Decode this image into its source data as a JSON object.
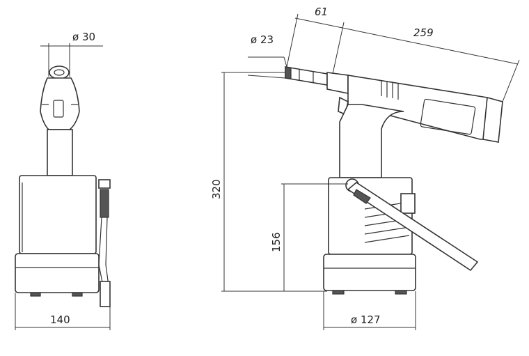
{
  "dimensions": {
    "front_top_diameter": "ø 30",
    "front_width": "140",
    "nose_diameter": "ø 23",
    "nose_length": "61",
    "body_length": "259",
    "total_height": "320",
    "base_height": "156",
    "base_diameter": "ø 127"
  }
}
